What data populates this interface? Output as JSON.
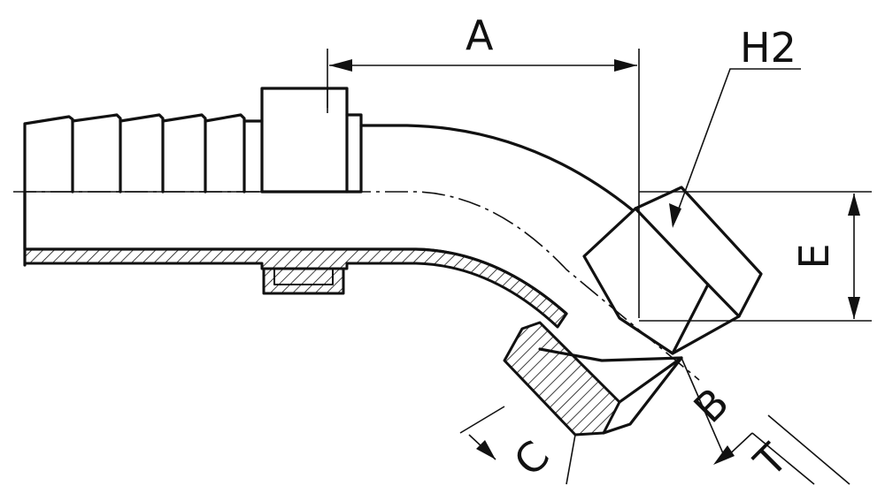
{
  "labels": {
    "A": "A",
    "H2": "H2",
    "E": "E",
    "B": "B",
    "C": "C",
    "T": "T"
  }
}
